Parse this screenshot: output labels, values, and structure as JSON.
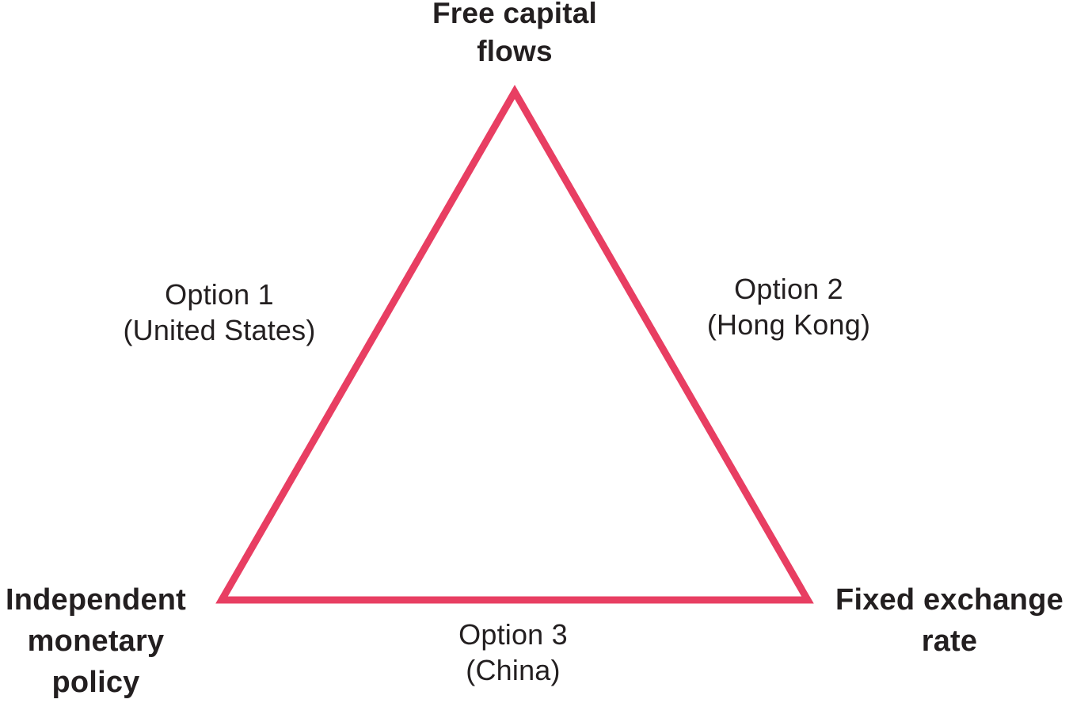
{
  "colors": {
    "accent": "#e83e62",
    "text": "#231f20",
    "background": "#ffffff"
  },
  "labels": {
    "vertex_top": {
      "lines": [
        "Free capital",
        "flows"
      ]
    },
    "vertex_bottom_left": {
      "lines": [
        "Independent",
        "monetary",
        "policy"
      ]
    },
    "vertex_bottom_right": {
      "lines": [
        "Fixed exchange",
        "rate"
      ]
    },
    "option_left": {
      "lines": [
        "Option 1",
        "(United States)"
      ]
    },
    "option_right": {
      "lines": [
        "Option 2",
        "(Hong Kong)"
      ]
    },
    "option_bottom": {
      "lines": [
        "Option 3",
        "(China)"
      ]
    }
  }
}
